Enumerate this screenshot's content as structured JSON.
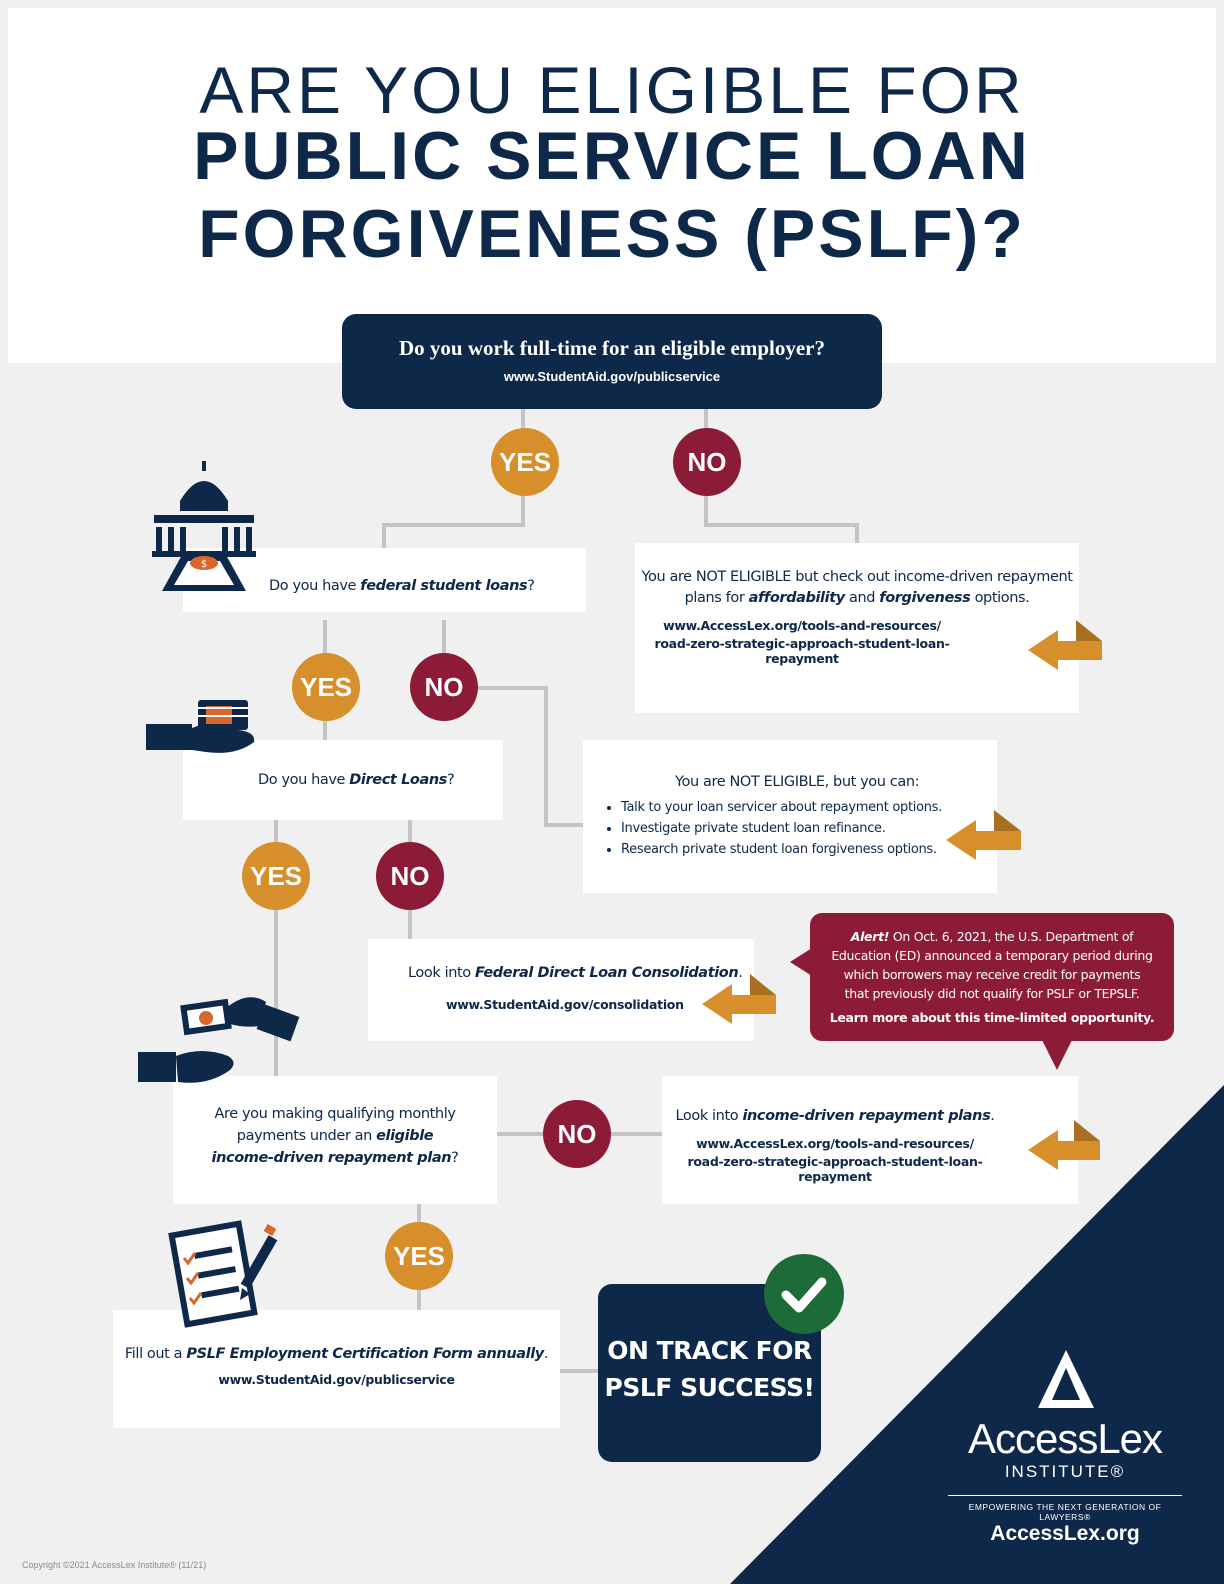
{
  "title": {
    "line1": "ARE YOU ELIGIBLE FOR",
    "line2": "PUBLIC SERVICE LOAN",
    "line3": "FORGIVENESS (PSLF)?"
  },
  "start": {
    "question": "Do you work full-time for an eligible employer?",
    "url": "www.StudentAid.gov/publicservice"
  },
  "answers": {
    "yes": "YES",
    "no": "NO"
  },
  "not_eligible_idr": {
    "line1": "You are NOT ELIGIBLE but check out income-driven repayment",
    "line2_pre": "plans for ",
    "line2_b1": "affordability",
    "line2_mid": " and ",
    "line2_b2": "forgiveness",
    "line2_post": " options.",
    "url1": "www.AccessLex.org/tools-and-resources/",
    "url2": "road-zero-strategic-approach-student-loan-repayment"
  },
  "q_federal": {
    "pre": "Do you have ",
    "bold": "federal student loans",
    "post": "?"
  },
  "q_direct": {
    "pre": "Do you have ",
    "bold": "Direct Loans",
    "post": "?"
  },
  "not_eligible_can": {
    "heading": "You are NOT ELIGIBLE, but you can:",
    "items": [
      "Talk to your loan servicer about repayment options.",
      "Investigate private student loan refinance.",
      "Research private student loan forgiveness options."
    ]
  },
  "consolidation": {
    "pre": "Look into ",
    "bold": "Federal Direct Loan Consolidation",
    "post": ".",
    "url": "www.StudentAid.gov/consolidation"
  },
  "alert": {
    "label": "Alert!",
    "text": " On Oct. 6, 2021, the U.S. Department of Education (ED) announced a temporary period during which borrowers may receive credit for payments that previously did not qualify for PSLF or TEPSLF.",
    "link": "Learn more about this time-limited opportunity."
  },
  "q_payments": {
    "line1": "Are you making qualifying monthly",
    "line2_pre": "payments under an ",
    "line2_bold": "eligible",
    "line3_bold": "income-driven repayment plan",
    "line3_post": "?"
  },
  "idr_plans": {
    "pre": "Look into ",
    "bold": "income-driven repayment plans",
    "post": ".",
    "url1": "www.AccessLex.org/tools-and-resources/",
    "url2": "road-zero-strategic-approach-student-loan-repayment"
  },
  "certification": {
    "pre": "Fill out a ",
    "bold": "PSLF Employment Certification Form annually",
    "post": ".",
    "url": "www.StudentAid.gov/publicservice"
  },
  "success": {
    "line1": "ON TRACK FOR",
    "line2": "PSLF SUCCESS!"
  },
  "logo": {
    "name": "AccessLex",
    "institute": "INSTITUTE®",
    "tagline": "EMPOWERING THE NEXT GENERATION OF LAWYERS®",
    "url": "AccessLex.org"
  },
  "copyright": "Copyright ©2021 AccessLex Institute® (11/21)",
  "colors": {
    "navy": "#0d2848",
    "gold": "#d68f2a",
    "maroon": "#8c1b38",
    "green": "#1e6b3a",
    "background": "#f0f0f0"
  },
  "icons": [
    "capitol-building-icon",
    "money-in-hand-icon",
    "money-exchange-icon",
    "checklist-form-icon",
    "checkmark-icon",
    "arrow-left-icon"
  ]
}
